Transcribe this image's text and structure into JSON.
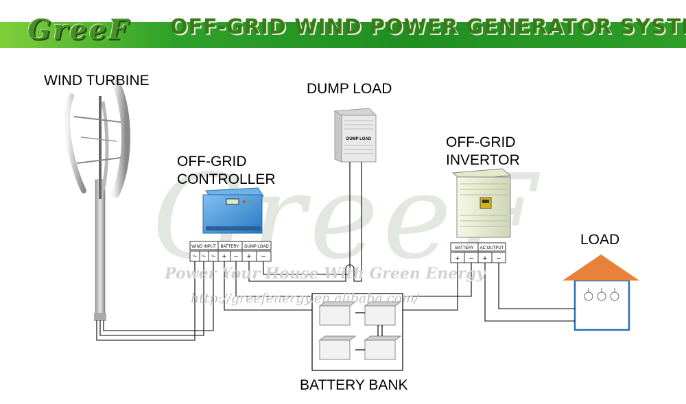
{
  "header": {
    "logo_text": "GreeF",
    "title": "OFF-GRID  WIND POWER GENERATOR SYSTEM",
    "banner_color": "#2a9a26"
  },
  "watermark": {
    "logo_text": "GreeF",
    "slogan": "Power Your House With Green Energy",
    "url": "http://greefenergy.en.alibaba.com/"
  },
  "labels": {
    "wind_turbine": "WIND TURBINE",
    "dump_load": "DUMP  LOAD",
    "controller_line1": "OFF-GRID",
    "controller_line2": "CONTROLLER",
    "invertor_line1": "OFF-GRID",
    "invertor_line2": "INVERTOR",
    "load": "LOAD",
    "battery_bank": "BATTERY BANK"
  },
  "controller_terminals": {
    "wind_input": "WIND INPUT",
    "battery": "BATTERY",
    "dump_load": "DUMP LOAD",
    "plus": "+",
    "minus": "−",
    "ac": "~"
  },
  "invertor_terminals": {
    "battery": "BATTERY",
    "ac_output": "AC OUTPUT",
    "plus": "+",
    "minus": "−"
  },
  "dump_load_box_text": "DUMP LOAD",
  "colors": {
    "roof": "#e8823a",
    "house_wall": "#2f6fb5",
    "controller": "#3c8fd6",
    "invertor": "#eef2dc"
  }
}
